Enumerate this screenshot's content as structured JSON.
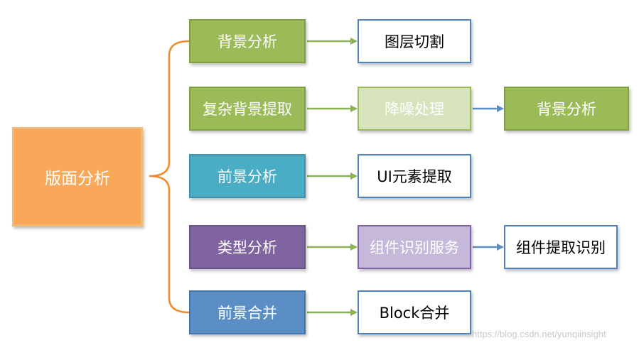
{
  "diagram": {
    "root": {
      "label": "版面分析",
      "color": "#f9a85a",
      "border": "#f5b977"
    },
    "rows": [
      {
        "main": {
          "label": "背景分析",
          "color": "#9bbb59",
          "border": "#7ea33d"
        },
        "steps": [
          {
            "label": "图层切割",
            "style": "outline"
          }
        ]
      },
      {
        "main": {
          "label": "复杂背景提取",
          "color": "#9bbb59",
          "border": "#7ea33d"
        },
        "steps": [
          {
            "label": "降噪处理",
            "style": "filled",
            "color": "#d6e3bc",
            "border": "#9bbb59"
          },
          {
            "label": "背景分析",
            "style": "filled",
            "color": "#9bbb59",
            "border": "#7ea33d"
          }
        ]
      },
      {
        "main": {
          "label": "前景分析",
          "color": "#4bacc6",
          "border": "#3b95ad"
        },
        "steps": [
          {
            "label": "UI元素提取",
            "style": "outline"
          }
        ]
      },
      {
        "main": {
          "label": "类型分析",
          "color": "#8064a2",
          "border": "#6a518a"
        },
        "steps": [
          {
            "label": "组件识别服务",
            "style": "filled",
            "color": "#c6b8da",
            "border": "#8064a2"
          },
          {
            "label": "组件提取识别",
            "style": "outline"
          }
        ]
      },
      {
        "main": {
          "label": "前景合并",
          "color": "#5b8ec4",
          "border": "#4576ad"
        },
        "steps": [
          {
            "label": "Block合并",
            "style": "outline"
          }
        ]
      }
    ],
    "colors": {
      "bracket": "#f0892a",
      "arrow_green": "#8db255",
      "arrow_blue": "#5b8ec4"
    }
  },
  "watermark": "https://blog.csdn.net/yunqiinsight"
}
